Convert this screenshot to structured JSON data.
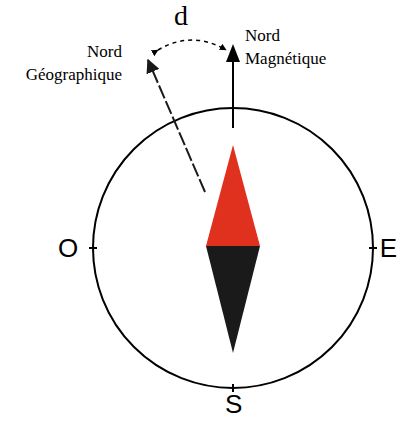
{
  "diagram": {
    "labels": [
      "d",
      "Nord Géographique",
      "Nord Magnétique",
      "O",
      "E",
      "S"
    ]
  }
}
